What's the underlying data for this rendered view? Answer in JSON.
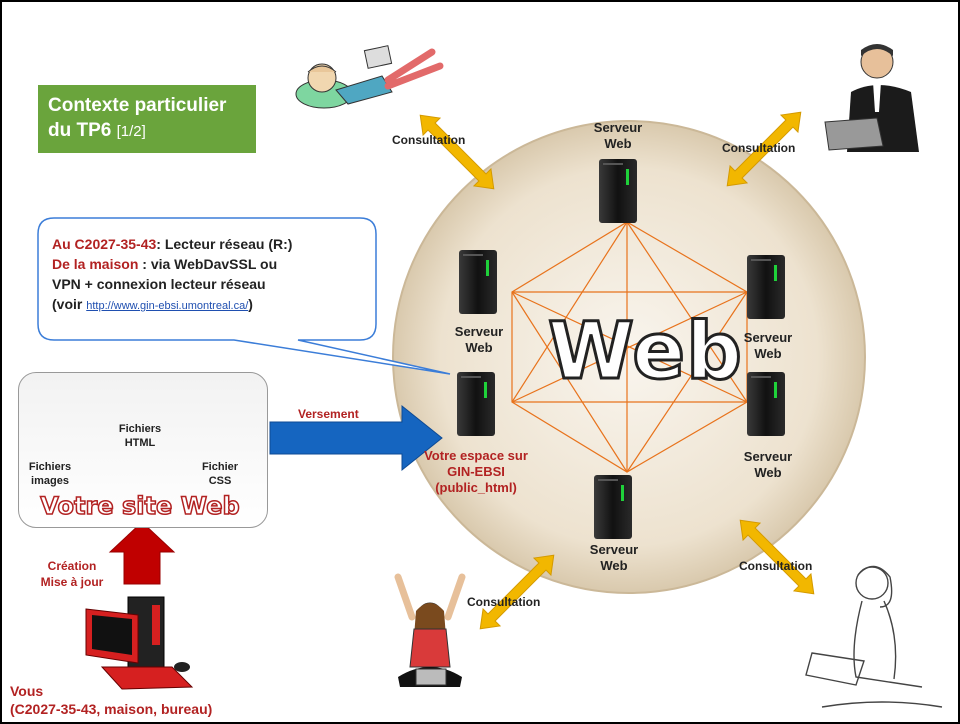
{
  "title": {
    "main": "Contexte particulier du TP6",
    "part1": "Contexte particulier",
    "part2": "du TP6",
    "sub": "[1/2]"
  },
  "center_label": "Web",
  "servers": [
    {
      "line1": "Serveur",
      "line2": "Web"
    },
    {
      "line1": "Serveur",
      "line2": "Web"
    },
    {
      "line1": "Serveur",
      "line2": "Web"
    },
    {
      "line1": "Serveur",
      "line2": "Web"
    },
    {
      "line1": "Serveur",
      "line2": "Web"
    }
  ],
  "my_space": {
    "line1": "Votre espace sur",
    "line2": "GIN-EBSI",
    "line3": "(public_html)"
  },
  "consultation_labels": [
    "Consultation",
    "Consultation",
    "Consultation",
    "Consultation"
  ],
  "versement": "Versement",
  "callout": {
    "line1_red": "Au C2027-35-43",
    "line1_rest": ": Lecteur réseau (R:)",
    "line2_red": "De la maison",
    "line2_rest": " : via WebDavSSL ou",
    "line3": "VPN + connexion lecteur réseau",
    "line4_prefix": "(voir ",
    "link": "http://www.gin-ebsi.umontreal.ca/",
    "line4_suffix": ")"
  },
  "site": {
    "title": "Votre site Web",
    "files": [
      {
        "line1": "Fichiers",
        "line2": "images"
      },
      {
        "line1": "Fichiers",
        "line2": "HTML"
      },
      {
        "line1": "Fichier",
        "line2": "CSS"
      }
    ]
  },
  "creation": {
    "line1": "Création",
    "line2": "Mise à jour"
  },
  "vous": {
    "line1": "Vous",
    "line2": "(C2027-35-43, maison, bureau)"
  },
  "colors": {
    "title_bg": "#6aa43c",
    "accent_red": "#b22222",
    "arrow_blue": "#1565c0",
    "arrow_gold": "#f2b700",
    "mesh_orange": "#e8731c",
    "circle_fill": "#efe6d6"
  }
}
